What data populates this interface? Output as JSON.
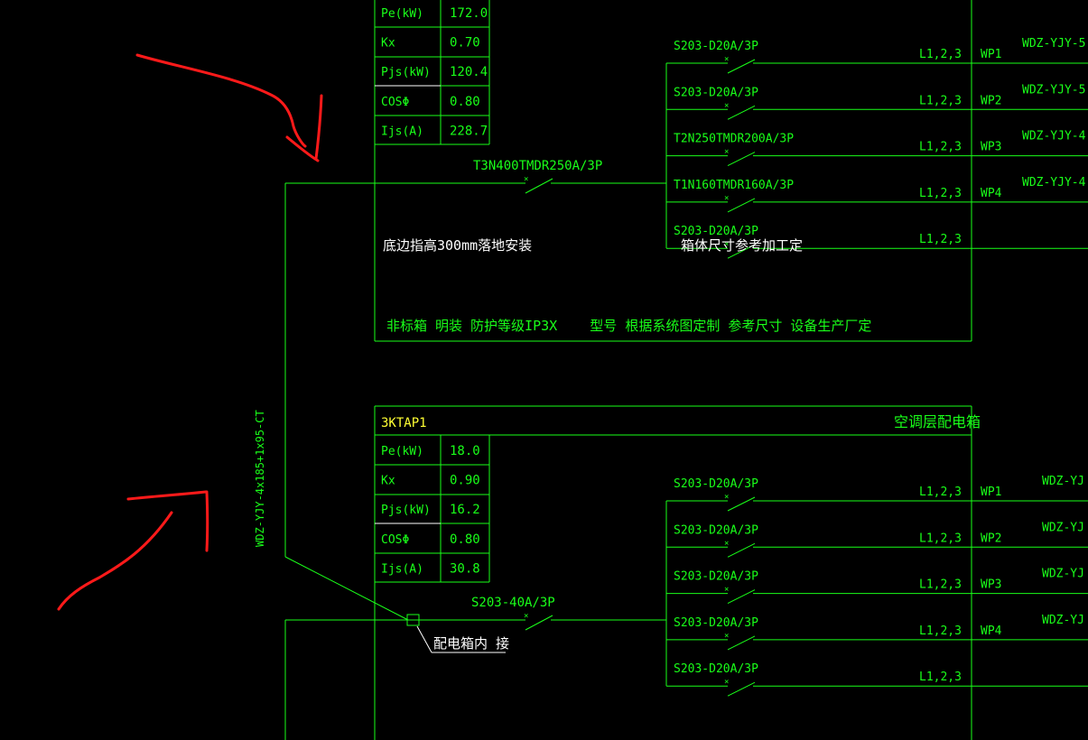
{
  "upper_panel": {
    "params": [
      {
        "label": "Pe(kW)",
        "value": "172.0"
      },
      {
        "label": "Kx",
        "value": "0.70"
      },
      {
        "label": "Pjs(kW)",
        "value": "120.4"
      },
      {
        "label": "COSΦ",
        "value": "0.80"
      },
      {
        "label": "Ijs(A)",
        "value": "228.7"
      }
    ],
    "main_breaker": "T3N400TMDR250A/3P",
    "circuits": [
      {
        "breaker": "S203-D20A/3P",
        "phase": "L1,2,3",
        "id": "WP1",
        "cable": "WDZ-YJY-5"
      },
      {
        "breaker": "S203-D20A/3P",
        "phase": "L1,2,3",
        "id": "WP2",
        "cable": "WDZ-YJY-5"
      },
      {
        "breaker": "T2N250TMDR200A/3P",
        "phase": "L1,2,3",
        "id": "WP3",
        "cable": "WDZ-YJY-4"
      },
      {
        "breaker": "T1N160TMDR160A/3P",
        "phase": "L1,2,3",
        "id": "WP4",
        "cable": "WDZ-YJY-4"
      },
      {
        "breaker": "S203-D20A/3P",
        "phase": "L1,2,3",
        "id": "",
        "cable": ""
      }
    ],
    "note_install": "底边指高300mm落地安装",
    "note_size": "箱体尺寸参考加工定",
    "note_spec": "非标箱 明装 防护等级IP3X    型号 根据系统图定制 参考尺寸 设备生产厂定"
  },
  "lower_panel": {
    "name": "3KTAP1",
    "title": "空调层配电箱",
    "params": [
      {
        "label": "Pe(kW)",
        "value": "18.0"
      },
      {
        "label": "Kx",
        "value": "0.90"
      },
      {
        "label": "Pjs(kW)",
        "value": "16.2"
      },
      {
        "label": "COSΦ",
        "value": "0.80"
      },
      {
        "label": "Ijs(A)",
        "value": "30.8"
      }
    ],
    "main_breaker": "S203-40A/3P",
    "junction_note": "配电箱内 接",
    "circuits": [
      {
        "breaker": "S203-D20A/3P",
        "phase": "L1,2,3",
        "id": "WP1",
        "cable": "WDZ-YJ"
      },
      {
        "breaker": "S203-D20A/3P",
        "phase": "L1,2,3",
        "id": "WP2",
        "cable": "WDZ-YJ"
      },
      {
        "breaker": "S203-D20A/3P",
        "phase": "L1,2,3",
        "id": "WP3",
        "cable": "WDZ-YJ"
      },
      {
        "breaker": "S203-D20A/3P",
        "phase": "L1,2,3",
        "id": "WP4",
        "cable": "WDZ-YJ"
      },
      {
        "breaker": "S203-D20A/3P",
        "phase": "L1,2,3",
        "id": "",
        "cable": ""
      }
    ]
  },
  "feeder_cable": "WDZ-YJY-4x185+1x95-CT",
  "colors": {
    "background": "#000000",
    "line": "#19ff19",
    "text_white": "#ffffff",
    "text_yellow": "#ffff33",
    "annotation": "#ff1a1a"
  }
}
